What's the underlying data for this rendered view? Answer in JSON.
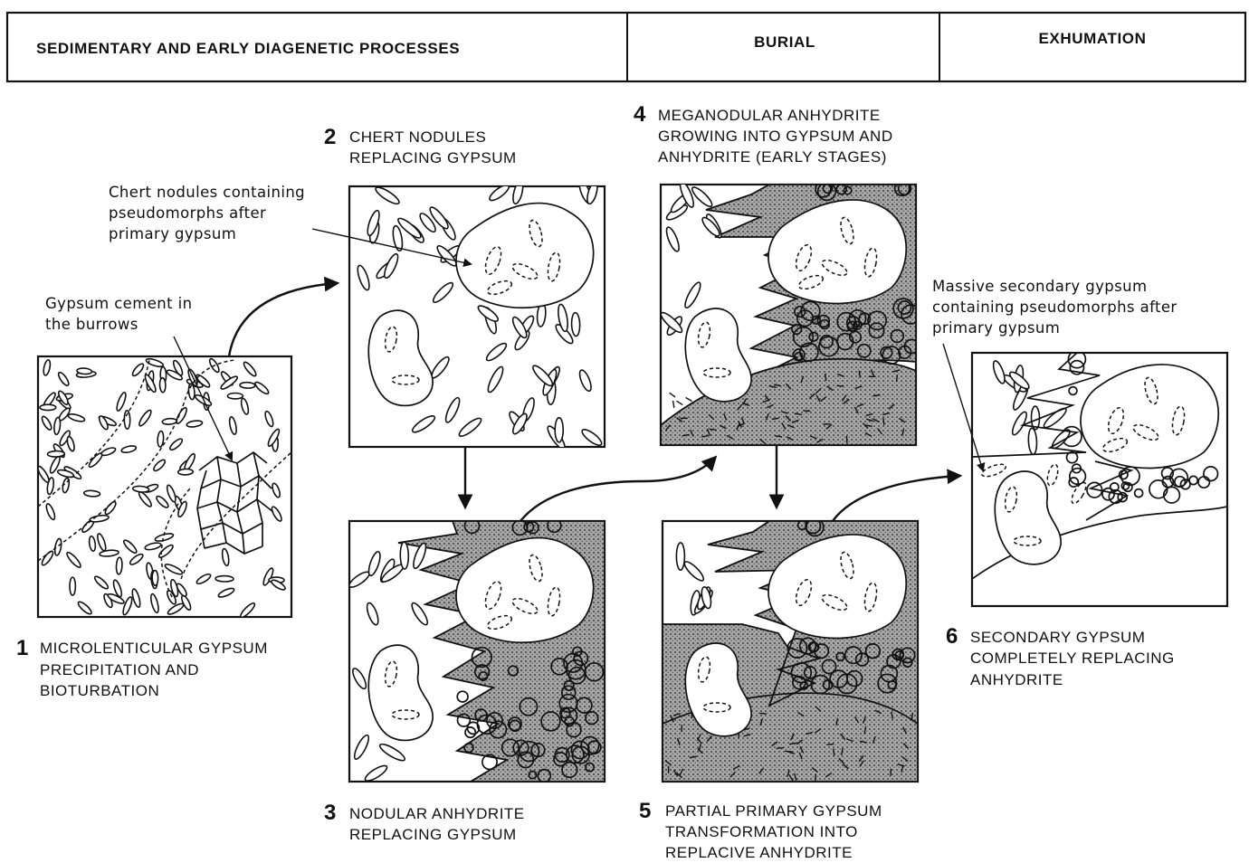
{
  "header": {
    "cells": [
      {
        "id": "sedimentary",
        "label": "SEDIMENTARY AND EARLY DIAGENETIC PROCESSES"
      },
      {
        "id": "burial",
        "label": "BURIAL"
      },
      {
        "id": "exhumation",
        "label": "EXHUMATION"
      }
    ]
  },
  "panels": [
    {
      "id": "p1",
      "number": "1",
      "caption": [
        "MICROLENTICULAR GYPSUM",
        "PRECIPITATION AND",
        "BIOTURBATION"
      ]
    },
    {
      "id": "p2",
      "number": "2",
      "caption": [
        "CHERT NODULES",
        "REPLACING GYPSUM"
      ]
    },
    {
      "id": "p3",
      "number": "3",
      "caption": [
        "NODULAR ANHYDRITE",
        "REPLACING GYPSUM"
      ]
    },
    {
      "id": "p4",
      "number": "4",
      "caption": [
        "MEGANODULAR ANHYDRITE",
        "GROWING INTO GYPSUM AND",
        "ANHYDRITE (EARLY STAGES)"
      ]
    },
    {
      "id": "p5",
      "number": "5",
      "caption": [
        "PARTIAL PRIMARY GYPSUM",
        "TRANSFORMATION INTO",
        "REPLACIVE ANHYDRITE"
      ]
    },
    {
      "id": "p6",
      "number": "6",
      "caption": [
        "SECONDARY GYPSUM",
        "COMPLETELY REPLACING",
        "ANHYDRITE"
      ]
    }
  ],
  "annotations": {
    "gypsum_cement": [
      "Gypsum cement in",
      "the burrows"
    ],
    "chert_nodules": [
      "Chert nodules containing",
      "pseudomorphs after",
      "primary gypsum"
    ],
    "secondary_gypsum": [
      "Massive secondary gypsum",
      "containing pseudomorphs after",
      "primary gypsum"
    ]
  },
  "colors": {
    "ink": "#111111",
    "paper": "#ffffff",
    "stipple": "#8a8a8a"
  }
}
